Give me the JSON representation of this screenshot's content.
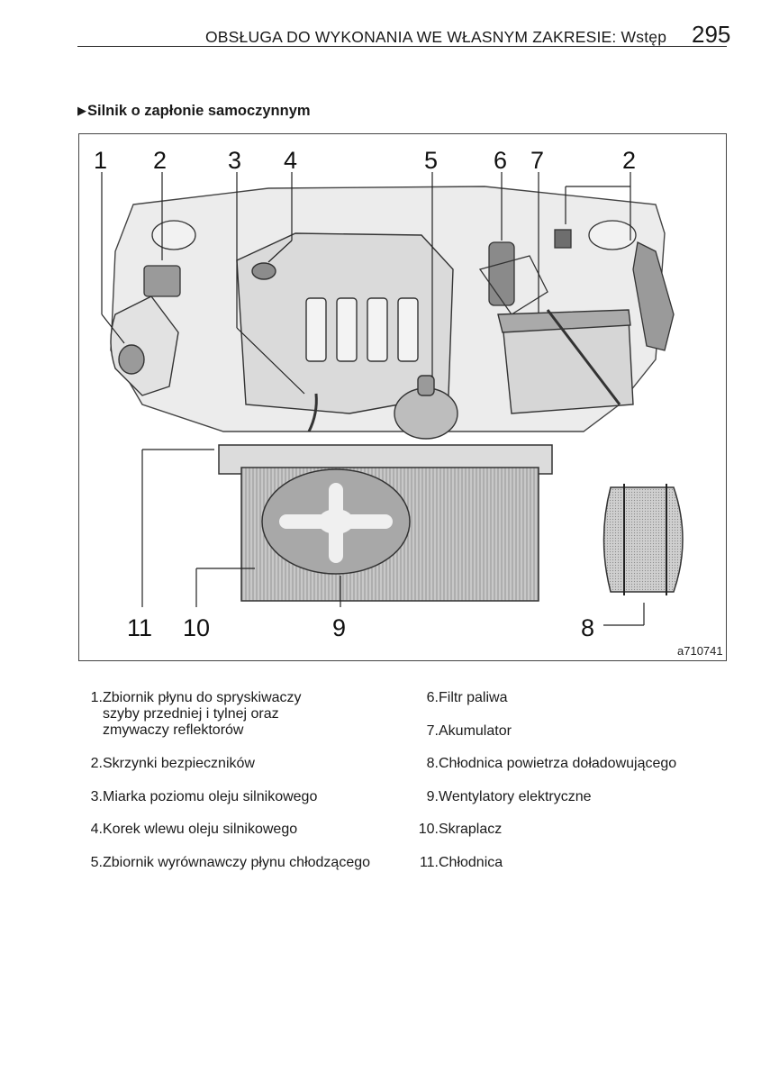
{
  "header": {
    "title": "OBSŁUGA DO WYKONANIA WE WŁASNYM ZAKRESIE: Wstęp",
    "page_number": "295"
  },
  "section": {
    "heading": "Silnik o zapłonie samoczynnym"
  },
  "figure": {
    "code": "a710741",
    "callouts": [
      "1",
      "2",
      "3",
      "4",
      "5",
      "6",
      "7",
      "2",
      "11",
      "10",
      "9",
      "8"
    ]
  },
  "legend": {
    "left": [
      {
        "num": "1.",
        "text": "Zbiornik płynu do spryskiwaczy\nszyby przedniej i tylnej oraz\nzmywaczy reflektorów"
      },
      {
        "num": "2.",
        "text": "Skrzynki bezpieczników"
      },
      {
        "num": "3.",
        "text": "Miarka poziomu oleju silnikowego"
      },
      {
        "num": "4.",
        "text": "Korek wlewu oleju silnikowego"
      },
      {
        "num": "5.",
        "text": "Zbiornik wyrównawczy płynu chłodzącego"
      }
    ],
    "right": [
      {
        "num": "6.",
        "text": "Filtr paliwa"
      },
      {
        "num": "7.",
        "text": "Akumulator"
      },
      {
        "num": "8.",
        "text": "Chłodnica powietrza doładowującego"
      },
      {
        "num": "9.",
        "text": "Wentylatory elektryczne"
      },
      {
        "num": "10.",
        "text": "Skraplacz"
      },
      {
        "num": "11.",
        "text": "Chłodnica"
      }
    ]
  }
}
